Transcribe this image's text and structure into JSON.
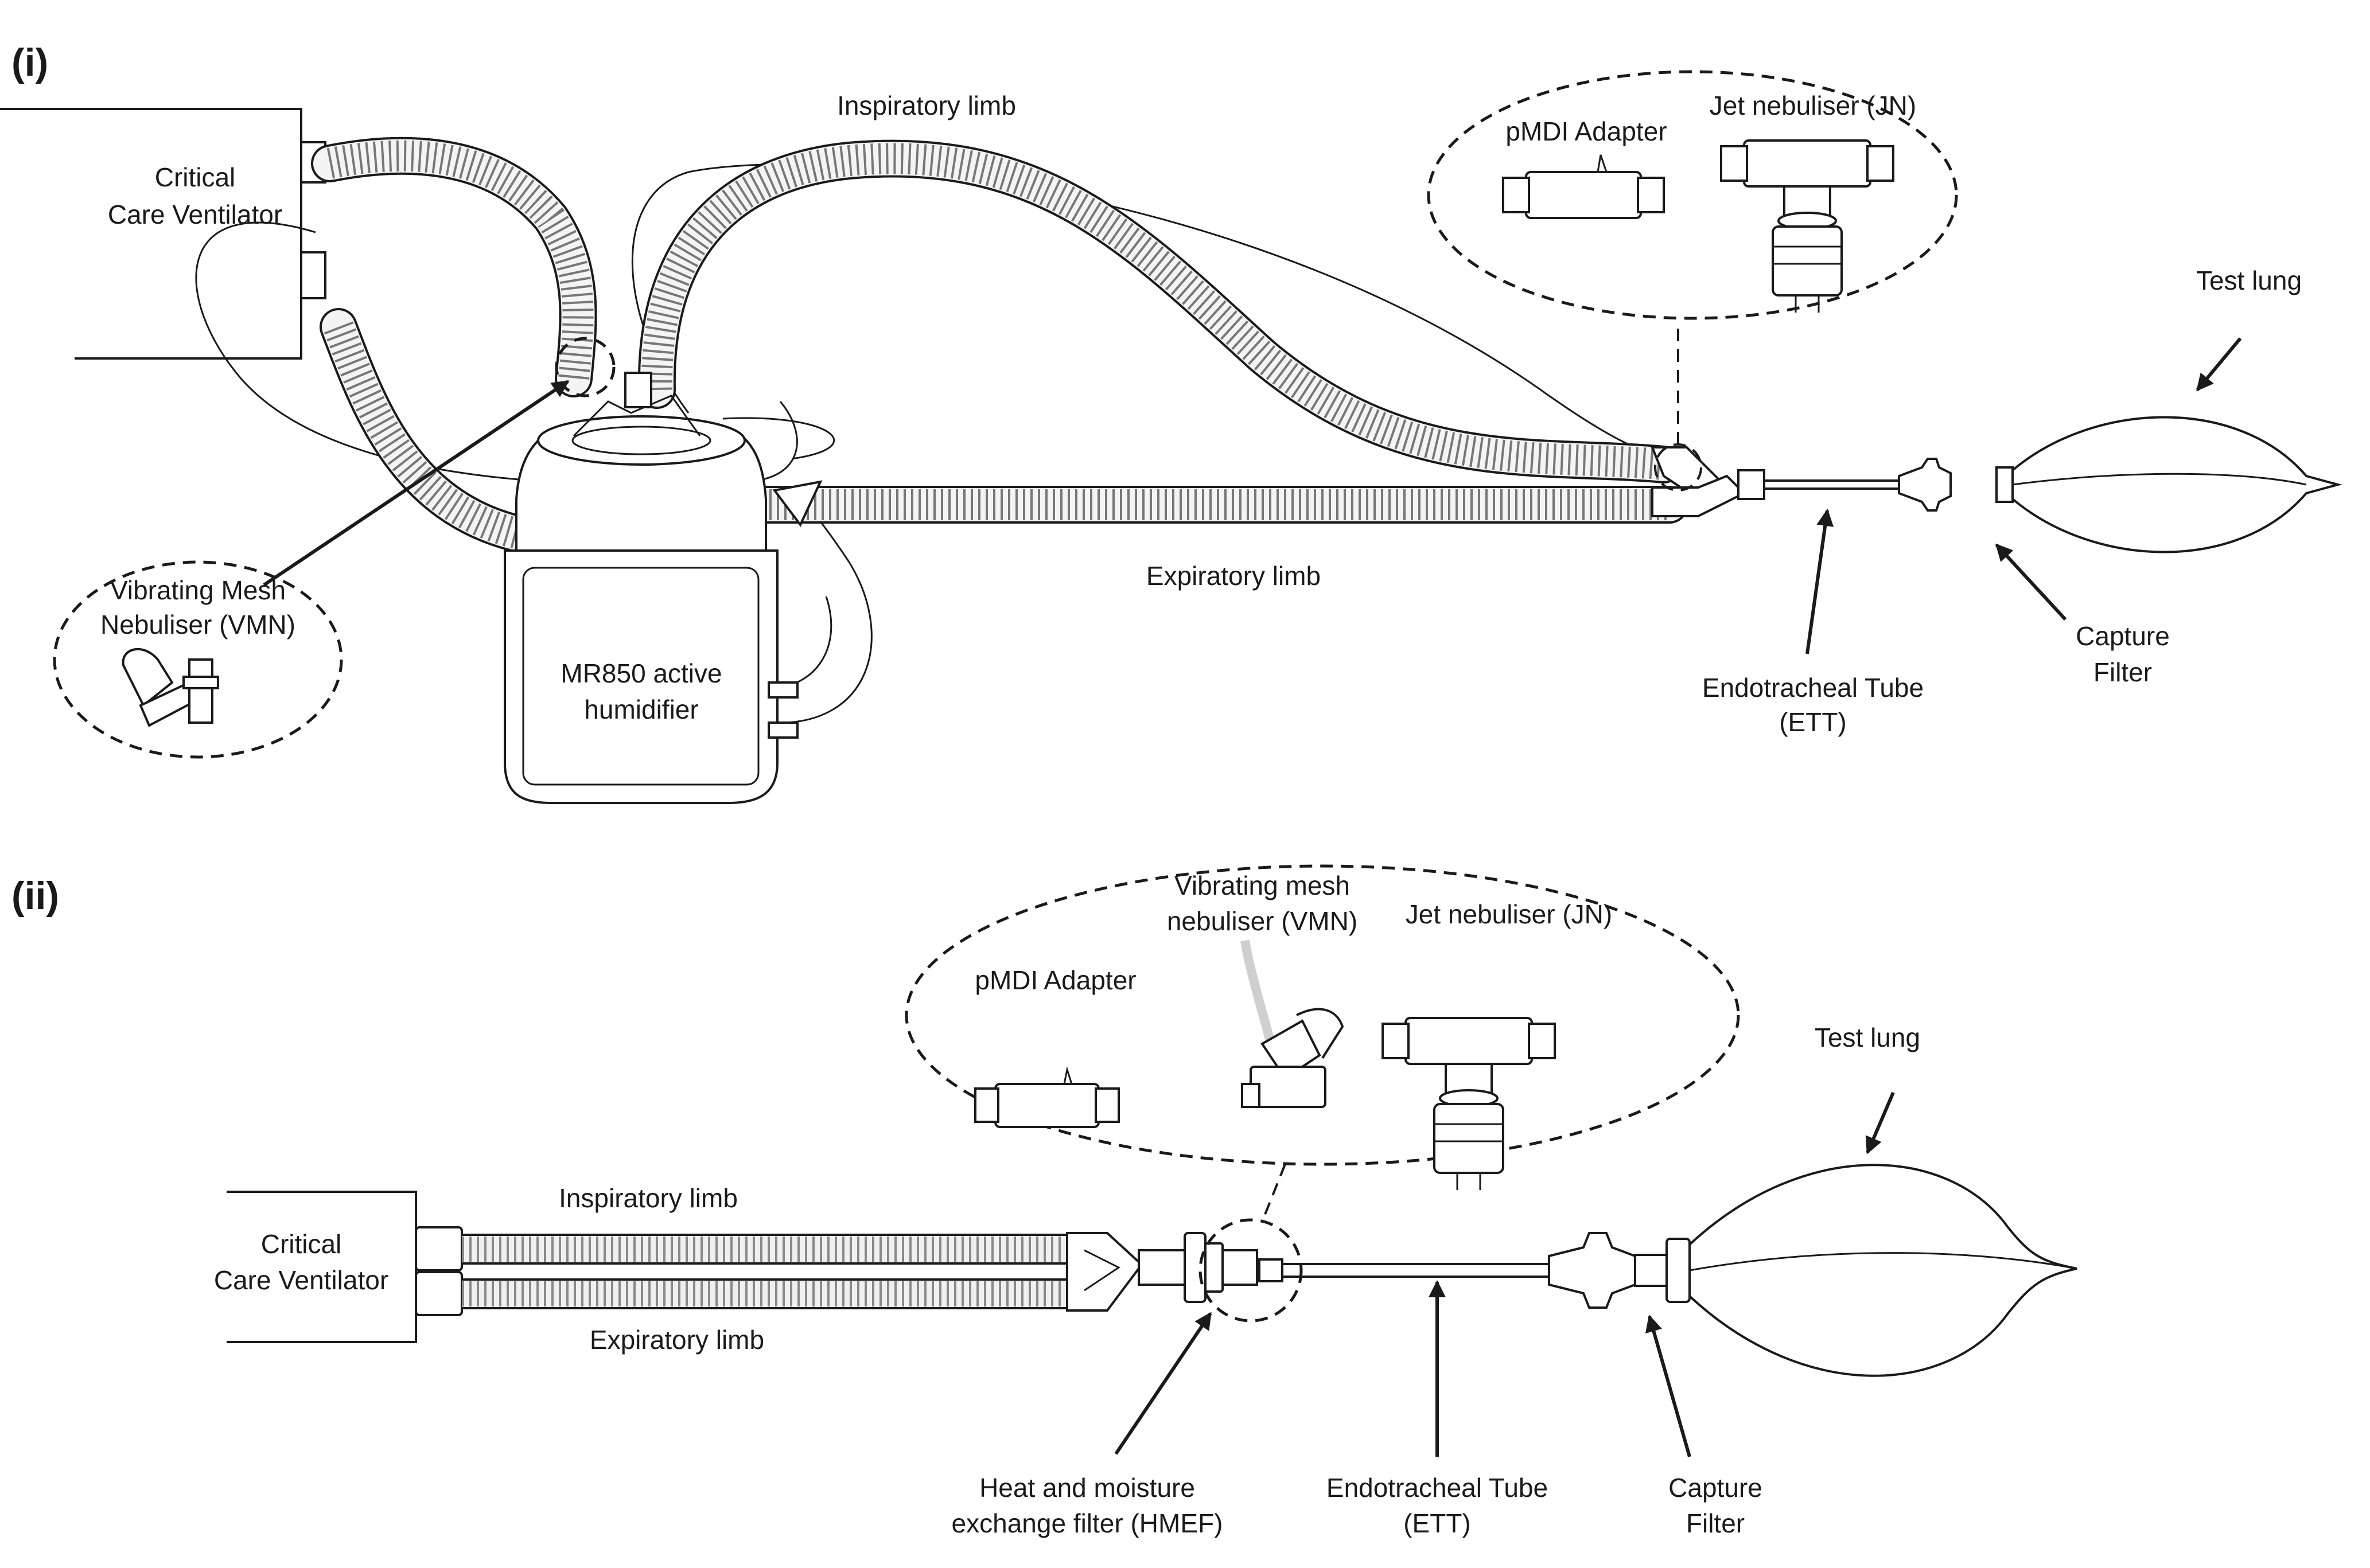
{
  "panels": {
    "top": {
      "label": "(i)",
      "ventilator_line1": "Critical",
      "ventilator_line2": "Care Ventilator",
      "inspiratory_limb": "Inspiratory limb",
      "expiratory_limb": "Expiratory limb",
      "humidifier_line1": "MR850 active",
      "humidifier_line2": "humidifier",
      "vmn_line1": "Vibrating Mesh",
      "vmn_line2": "Nebuliser (VMN)",
      "pmdi": "pMDI Adapter",
      "jet": "Jet nebuliser (JN)",
      "test_lung": "Test lung",
      "ett_line1": "Endotracheal Tube",
      "ett_line2": "(ETT)",
      "filter_line1": "Capture",
      "filter_line2": "Filter"
    },
    "bottom": {
      "label": "(ii)",
      "ventilator_line1": "Critical",
      "ventilator_line2": "Care Ventilator",
      "inspiratory_limb": "Inspiratory limb",
      "expiratory_limb": "Expiratory limb",
      "vmn_line1": "Vibrating mesh",
      "vmn_line2": "nebuliser (VMN)",
      "pmdi": "pMDI Adapter",
      "jet": "Jet nebuliser (JN)",
      "test_lung": "Test lung",
      "hmef_line1": "Heat and moisture",
      "hmef_line2": "exchange filter (HMEF)",
      "ett_line1": "Endotracheal Tube",
      "ett_line2": "(ETT)",
      "filter_line1": "Capture",
      "filter_line2": "Filter"
    }
  }
}
